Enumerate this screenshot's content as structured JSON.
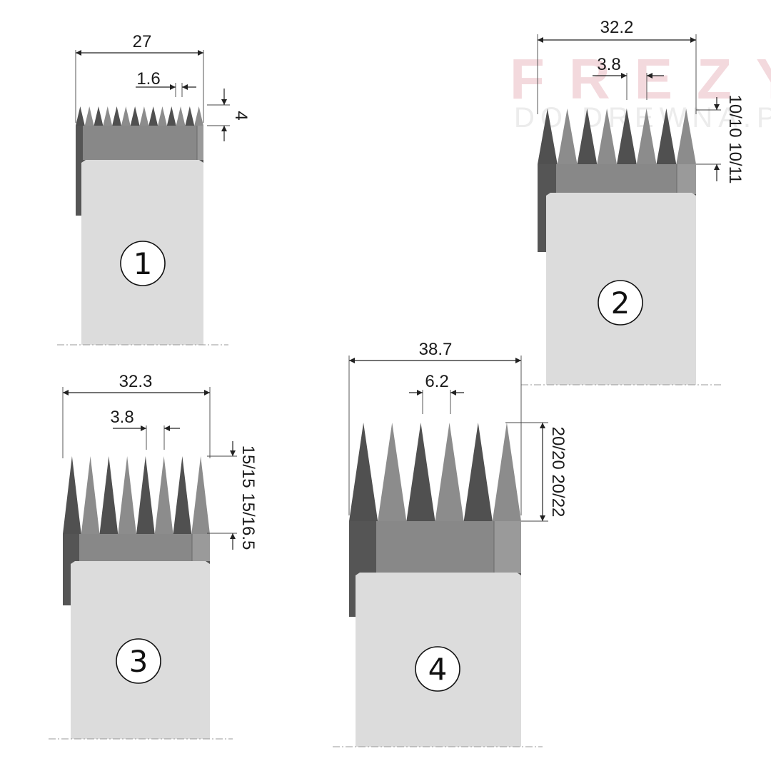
{
  "watermark": {
    "brand": "FREZY",
    "domain": "DO DREWNA.PL"
  },
  "figures": [
    {
      "number": "1",
      "overall_width": "27",
      "pitch": "1.6",
      "tooth_height": "4"
    },
    {
      "number": "2",
      "overall_width": "32.2",
      "pitch": "3.8",
      "tooth_height": "10/10 10/11"
    },
    {
      "number": "3",
      "overall_width": "32.3",
      "pitch": "3.8",
      "tooth_height": "15/15 15/16.5"
    },
    {
      "number": "4",
      "overall_width": "38.7",
      "pitch": "6.2",
      "tooth_height": "20/20 20/22"
    }
  ]
}
